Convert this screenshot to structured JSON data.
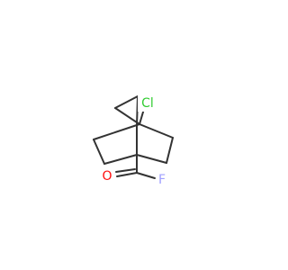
{
  "molecule": {
    "atoms": {
      "chlorine": {
        "label": "Cl",
        "color": "#33cc33"
      },
      "oxygen": {
        "label": "O",
        "color": "#ff0d0d"
      },
      "fluorine": {
        "label": "F",
        "color": "#a0a0ff"
      }
    },
    "bond_color": "#333333"
  }
}
